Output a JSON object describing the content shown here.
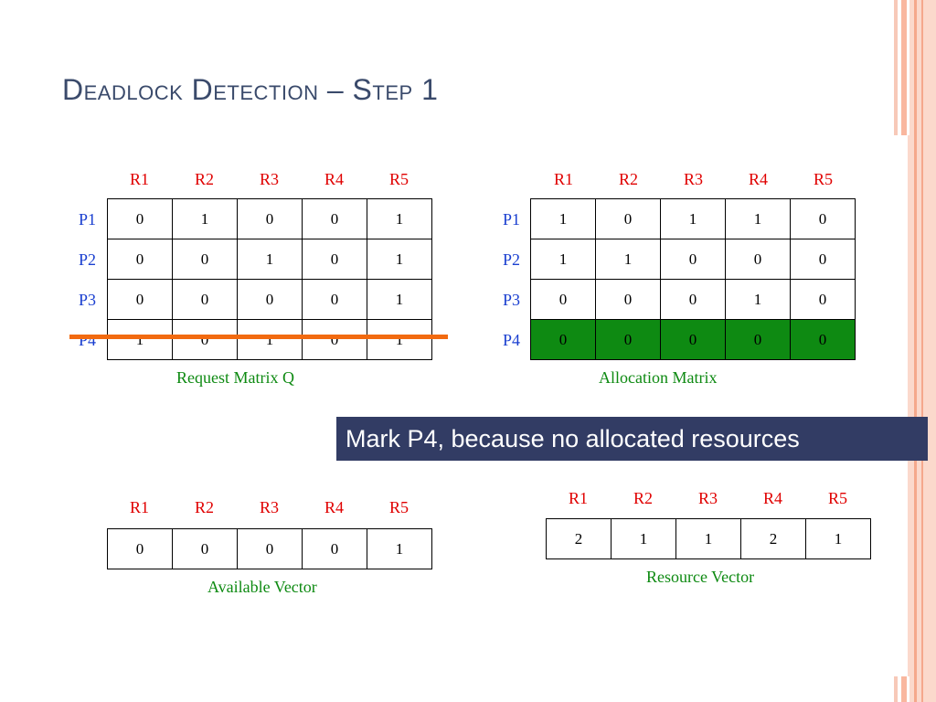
{
  "slide": {
    "title": "Deadlock Detection – Step 1"
  },
  "request_matrix": {
    "caption": "Request Matrix Q",
    "columns": [
      "R1",
      "R2",
      "R3",
      "R4",
      "R5"
    ],
    "row_labels": [
      "P1",
      "P2",
      "P3",
      "P4"
    ],
    "rows": [
      [
        "0",
        "1",
        "0",
        "0",
        "1"
      ],
      [
        "0",
        "0",
        "1",
        "0",
        "1"
      ],
      [
        "0",
        "0",
        "0",
        "0",
        "1"
      ],
      [
        "1",
        "0",
        "1",
        "0",
        "1"
      ]
    ]
  },
  "allocation_matrix": {
    "caption": "Allocation Matrix",
    "columns": [
      "R1",
      "R2",
      "R3",
      "R4",
      "R5"
    ],
    "row_labels": [
      "P1",
      "P2",
      "P3",
      "P4"
    ],
    "rows": [
      [
        "1",
        "0",
        "1",
        "1",
        "0"
      ],
      [
        "1",
        "1",
        "0",
        "0",
        "0"
      ],
      [
        "0",
        "0",
        "0",
        "1",
        "0"
      ],
      [
        "0",
        "0",
        "0",
        "0",
        "0"
      ]
    ]
  },
  "note": {
    "text": "Mark P4, because no allocated resources"
  },
  "available_vector": {
    "caption": "Available Vector",
    "columns": [
      "R1",
      "R2",
      "R3",
      "R4",
      "R5"
    ],
    "values": [
      "0",
      "0",
      "0",
      "0",
      "1"
    ]
  },
  "resource_vector": {
    "caption": "Resource Vector",
    "columns": [
      "R1",
      "R2",
      "R3",
      "R4",
      "R5"
    ],
    "values": [
      "2",
      "1",
      "1",
      "2",
      "1"
    ]
  },
  "colors": {
    "title": "#3a4a6b",
    "column_header": "#e00000",
    "row_label": "#1a3fd0",
    "caption": "#0e8a12",
    "marked_row": "#0e8a12",
    "strike_line": "#f26a10",
    "note_background": "#323c64"
  }
}
